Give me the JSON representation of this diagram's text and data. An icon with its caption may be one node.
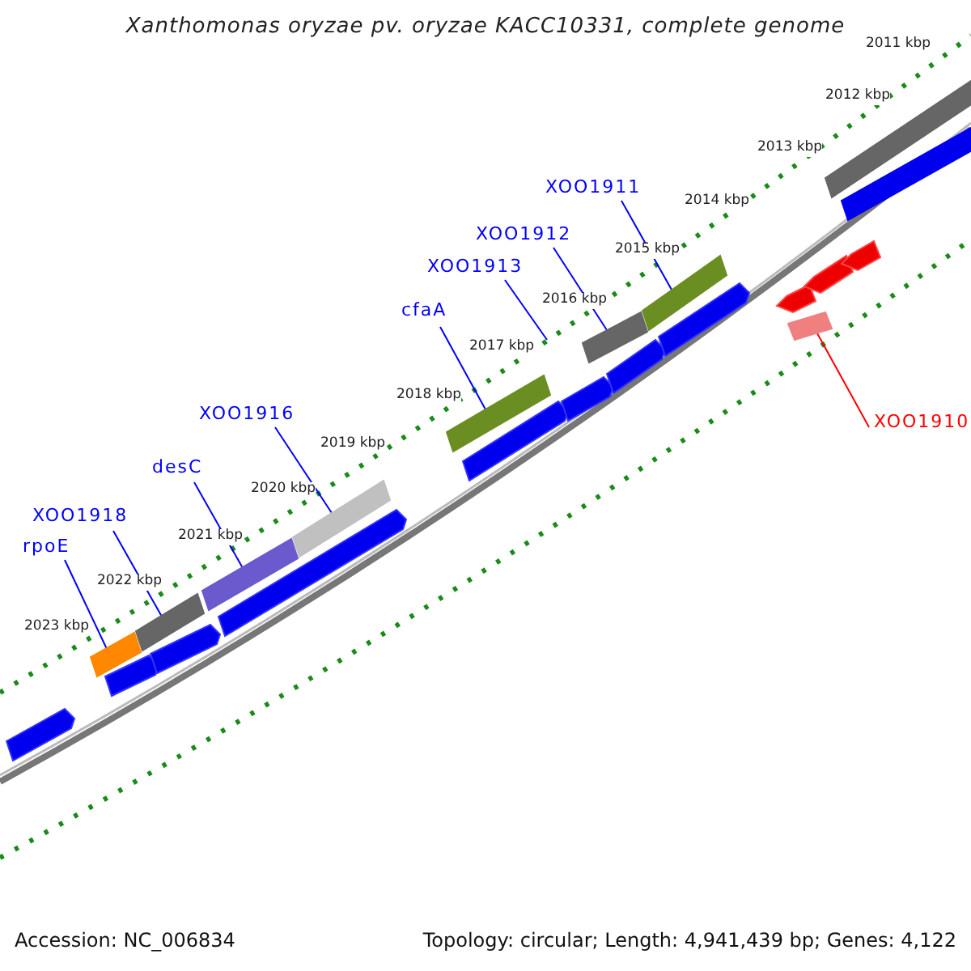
{
  "diagram": {
    "title": "Xanthomonas oryzae pv. oryzae KACC10331, complete genome",
    "nodes": [
      {
        "text": [
          "rpoE"
        ]
      },
      {
        "text": [
          "XOO1918"
        ]
      },
      {
        "text": [
          "desC"
        ]
      },
      {
        "text": [
          "XOO1916"
        ]
      },
      {
        "text": [
          "cfaA"
        ]
      },
      {
        "text": [
          "XOO1913"
        ]
      },
      {
        "text": [
          "XOO1912"
        ]
      },
      {
        "text": [
          "XOO1911"
        ]
      },
      {
        "text": [
          "XOO1910"
        ]
      },
      {
        "text": [],
        "shape": "bar"
      },
      {
        "text": [],
        "shape": "bar"
      },
      {
        "text": [],
        "shape": "bar"
      },
      {
        "text": [],
        "shape": "bar"
      },
      {
        "text": [],
        "shape": "bar"
      },
      {
        "text": [],
        "shape": "bar"
      },
      {
        "text": [],
        "shape": "bar"
      },
      {
        "text": [],
        "shape": "bar"
      },
      {
        "text": [],
        "shape": "bar"
      },
      {
        "text": [],
        "shape": "bar"
      }
    ],
    "edges": [
      {
        "from": 0,
        "to": 9,
        "arrow": "none"
      },
      {
        "from": 1,
        "to": 10,
        "arrow": "none"
      },
      {
        "from": 2,
        "to": 11,
        "arrow": "none"
      },
      {
        "from": 3,
        "to": 12,
        "arrow": "none"
      },
      {
        "from": 4,
        "to": 13,
        "arrow": "none"
      },
      {
        "from": 5,
        "to": null,
        "arrow": "none"
      },
      {
        "from": 6,
        "to": 14,
        "arrow": "none"
      },
      {
        "from": 7,
        "to": 15,
        "arrow": "none"
      },
      {
        "from": 8,
        "to": 16,
        "arrow": "none",
        "color": "#ff0000"
      }
    ],
    "labels": [
      "2011 kbp",
      "2012 kbp",
      "2013 kbp",
      "2014 kbp",
      "2015 kbp",
      "2016 kbp",
      "2017 kbp",
      "2018 kbp",
      "2019 kbp",
      "2020 kbp",
      "2021 kbp",
      "2022 kbp",
      "2023 kbp",
      "Accession: NC_006834",
      "Topology: circular; Length: 4,941,439 bp; Genes: 4,122"
    ]
  }
}
